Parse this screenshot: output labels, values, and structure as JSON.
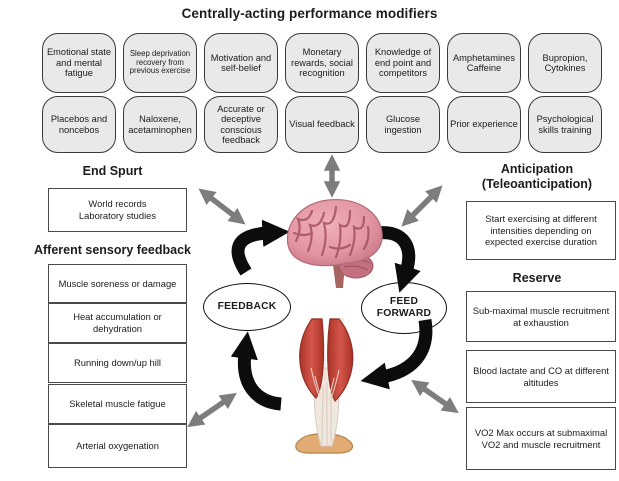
{
  "title": "Centrally-acting performance modifiers",
  "modifiers_row1": [
    "Emotional state and mental fatigue",
    "Sleep deprivation recovery from previous exercise",
    "Motivation and self-belief",
    "Monetary rewards, social recognition",
    "Knowledge of end point and competitors",
    "Amphetamines Caffeine",
    "Bupropion, Cytokines"
  ],
  "modifiers_row2": [
    "Placebos and noncebos",
    "Naloxene, acetaminophen",
    "Accurate or deceptive conscious feedback",
    "Visual feedback",
    "Glucose ingestion",
    "Prior experience",
    "Psychological skills training"
  ],
  "end_spurt": {
    "heading": "End Spurt",
    "items": [
      "World records\nLaboratory studies"
    ]
  },
  "afferent": {
    "heading": "Afferent sensory feedback",
    "items": [
      "Muscle soreness or damage",
      "Heat accumulation or dehydration",
      "Running down/up hill",
      "Skeletal muscle fatigue",
      "Arterial oxygenation"
    ]
  },
  "anticipation": {
    "heading": "Anticipation\n(Teleoanticipation)",
    "items": [
      "Start exercising at different intensities depending on expected exercise duration"
    ]
  },
  "reserve": {
    "heading": "Reserve",
    "items": [
      "Sub-maximal muscle recruitment at exhaustion",
      "Blood lactate and CO at different altitudes",
      "VO2 Max occurs at submaximal VO2 and muscle recruitment"
    ]
  },
  "cycle": {
    "feedback_label": "FEEDBACK",
    "feedforward_label": "FEED\nFORWARD"
  },
  "colors": {
    "modifier_box_fill": "#e9e9e9",
    "box_border": "#3a3a3a",
    "gray_arrow": "#7d7d7d",
    "black_arrow": "#0c0c0c",
    "brain_pink": "#e295a2",
    "muscle_red": "#c2453a"
  }
}
